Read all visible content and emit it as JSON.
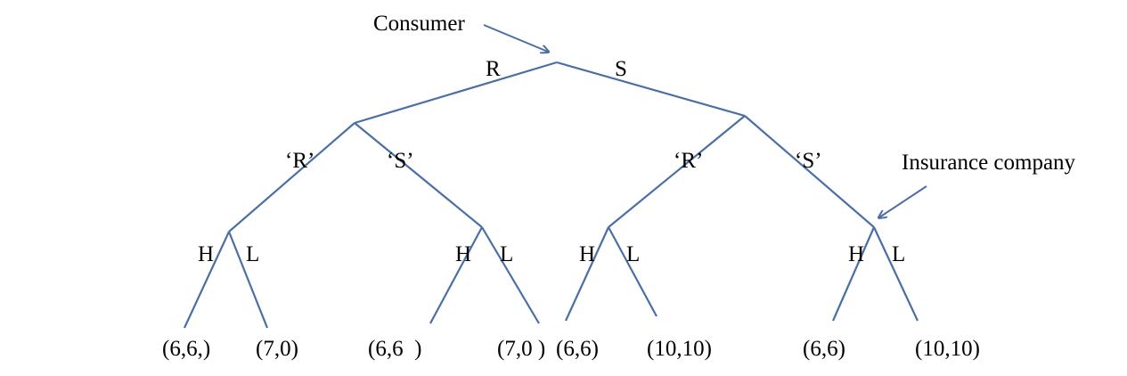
{
  "diagram": {
    "player_labels": {
      "consumer": "Consumer",
      "insurance": "Insurance company"
    },
    "consumer_moves": {
      "left": "R",
      "right": "S"
    },
    "signal_moves": {
      "left_left": "‘R’",
      "left_right": "‘S’",
      "right_left": "‘R’",
      "right_right": "‘S’"
    },
    "insurer_moves": {
      "n1_h": "H",
      "n1_l": "L",
      "n2_h": "H",
      "n2_l": "L",
      "n3_h": "H",
      "n3_l": "L",
      "n4_h": "H",
      "n4_l": "L"
    },
    "payoffs": {
      "p1": "(6,6,)",
      "p2": "(7,0)",
      "p3": "(6,6  )",
      "p4": "(7,0 )",
      "p5": "(6,6)",
      "p6": "(10,10)",
      "p7": "(6,6)",
      "p8": "(10,10)"
    },
    "colors": {
      "line": "#4a6fa5",
      "text": "#000000"
    }
  }
}
